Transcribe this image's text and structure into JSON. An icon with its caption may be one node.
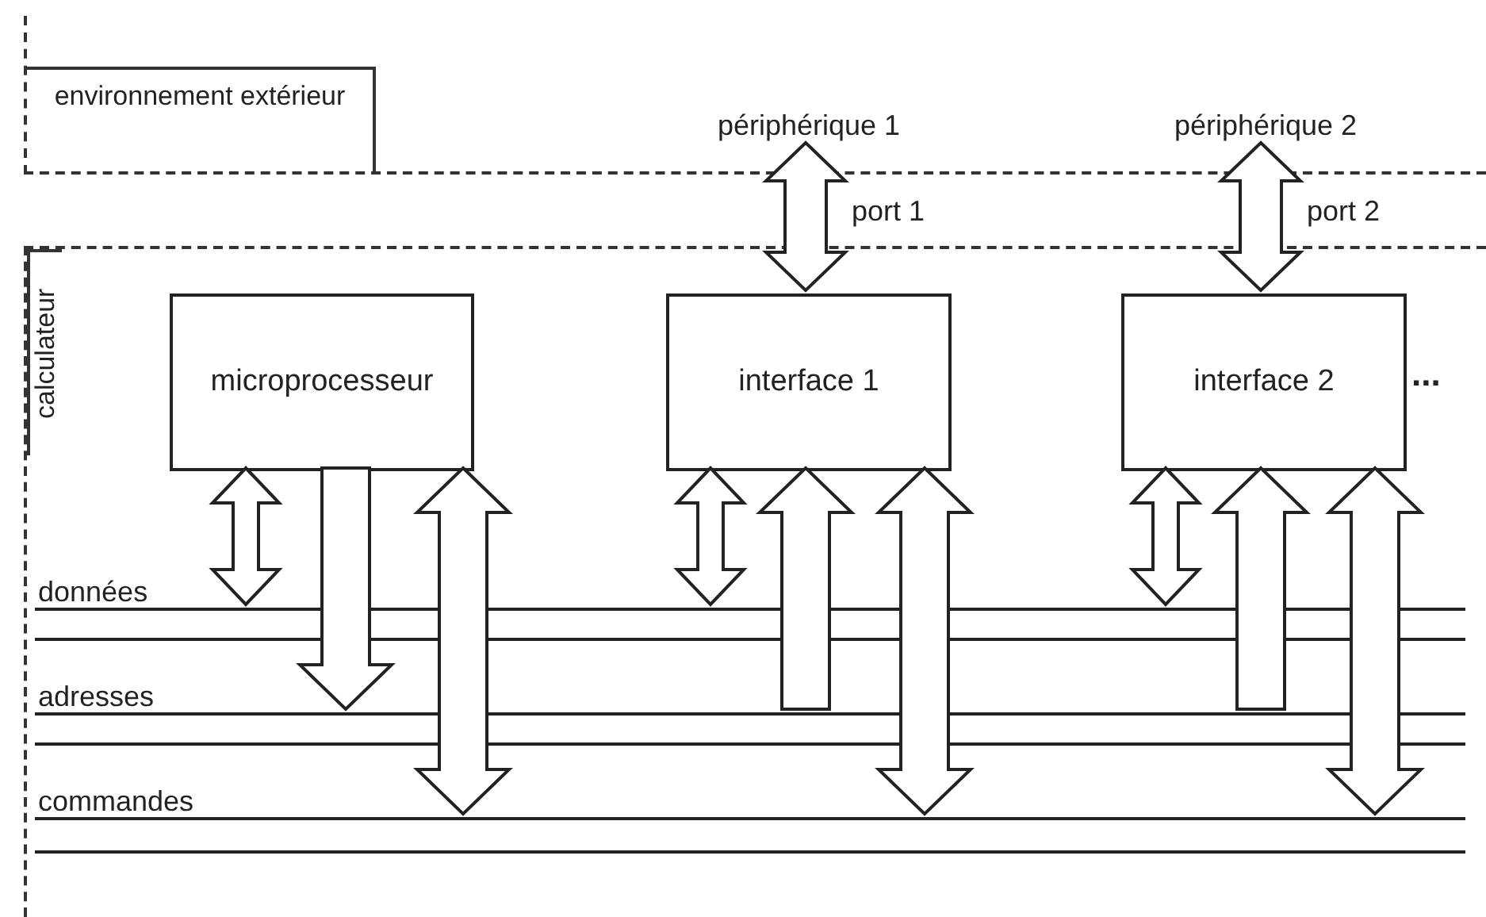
{
  "diagram": {
    "nodes": [
      {
        "text": [
          "environnement extérieur"
        ]
      },
      {
        "text": [
          "calculateur"
        ]
      },
      {
        "text": [
          "périphérique 1"
        ],
        "in": 0
      },
      {
        "text": [
          "périphérique 2"
        ],
        "in": 0
      },
      {
        "text": [
          "microprocesseur"
        ],
        "in": 1
      },
      {
        "text": [
          "interface 1"
        ],
        "in": 1
      },
      {
        "text": [
          "interface 2"
        ],
        "in": 1
      },
      {
        "text": [
          "données"
        ],
        "in": 1
      },
      {
        "text": [
          "adresses"
        ],
        "in": 1
      },
      {
        "text": [
          "commandes"
        ],
        "in": 1
      }
    ],
    "edges": [
      {
        "from": 2,
        "to": 5,
        "arrow": "both",
        "label": "port 1"
      },
      {
        "from": 3,
        "to": 6,
        "arrow": "both",
        "label": "port 2"
      },
      {
        "from": 4,
        "to": 7,
        "arrow": "both"
      },
      {
        "from": 4,
        "to": 8,
        "arrow": "to"
      },
      {
        "from": 4,
        "to": 9,
        "arrow": "both"
      },
      {
        "from": 5,
        "to": 7,
        "arrow": "both"
      },
      {
        "from": 8,
        "to": 5,
        "arrow": "to"
      },
      {
        "from": 5,
        "to": 9,
        "arrow": "both"
      },
      {
        "from": 6,
        "to": 7,
        "arrow": "both"
      },
      {
        "from": 8,
        "to": 6,
        "arrow": "to"
      },
      {
        "from": 6,
        "to": 9,
        "arrow": "both"
      }
    ],
    "labels": [
      "..."
    ]
  }
}
